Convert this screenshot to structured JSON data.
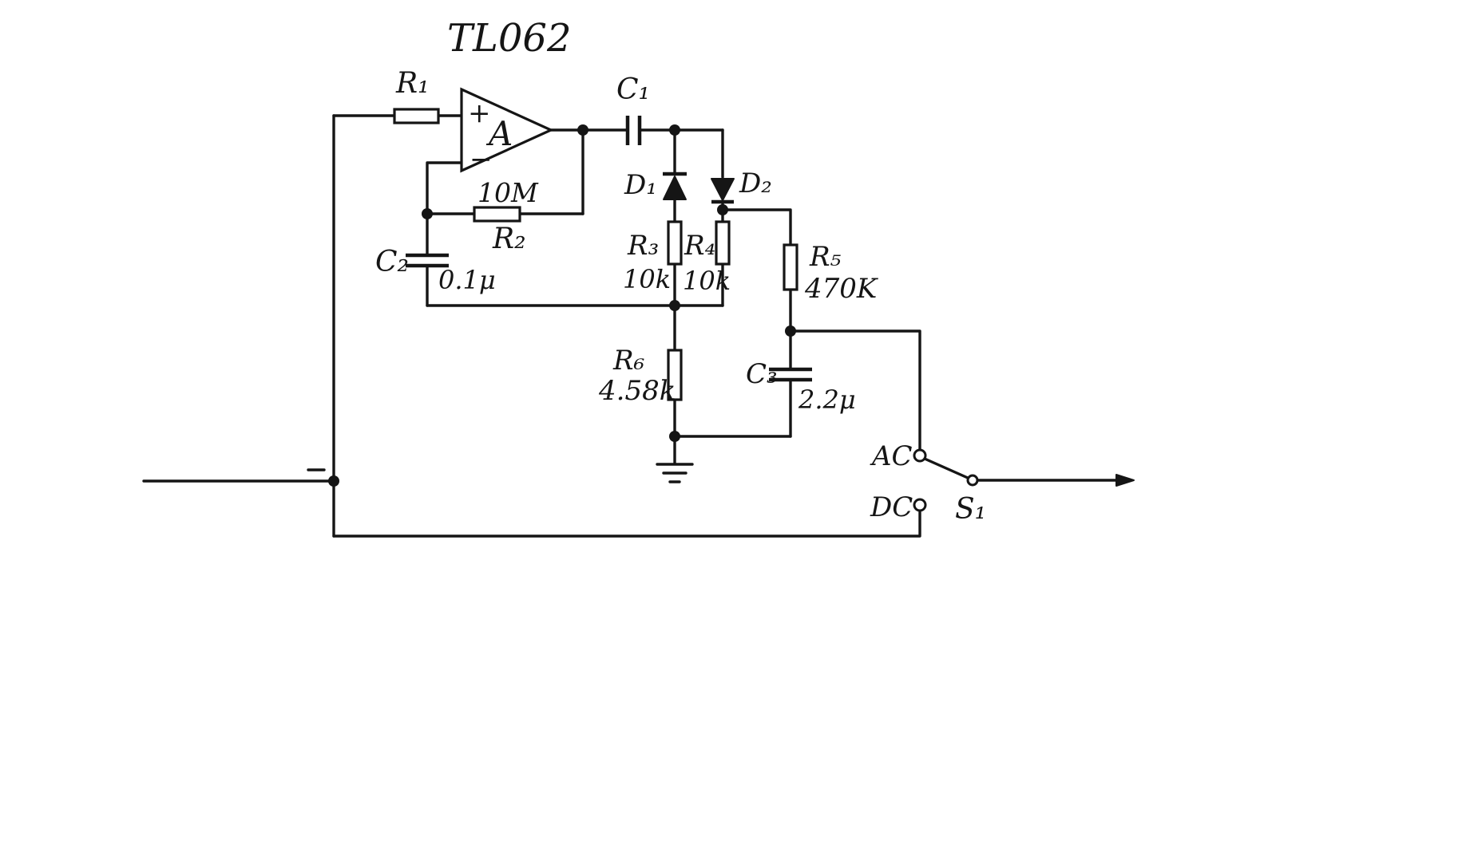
{
  "title": "TL062",
  "opamp": {
    "label": "A",
    "plus": "+",
    "minus": "−"
  },
  "components": {
    "r1": {
      "label": "R₁"
    },
    "r2": {
      "label": "R₂",
      "value": "10M"
    },
    "r3": {
      "label": "R₃",
      "value": "10k"
    },
    "r4": {
      "label": "R₄",
      "value": "10k"
    },
    "r5": {
      "label": "R₅",
      "value": "470K"
    },
    "r6": {
      "label": "R₆",
      "value": "4.58k"
    },
    "c1": {
      "label": "C₁"
    },
    "c2": {
      "label": "C₂",
      "value": "0.1μ"
    },
    "c3": {
      "label": "C₃",
      "value": "2.2μ"
    },
    "d1": {
      "label": "D₁"
    },
    "d2": {
      "label": "D₂"
    }
  },
  "switch": {
    "label": "S₁",
    "positions": [
      "AC",
      "DC"
    ]
  },
  "colors": {
    "ink": "#151515",
    "paper": "#ffffff"
  }
}
